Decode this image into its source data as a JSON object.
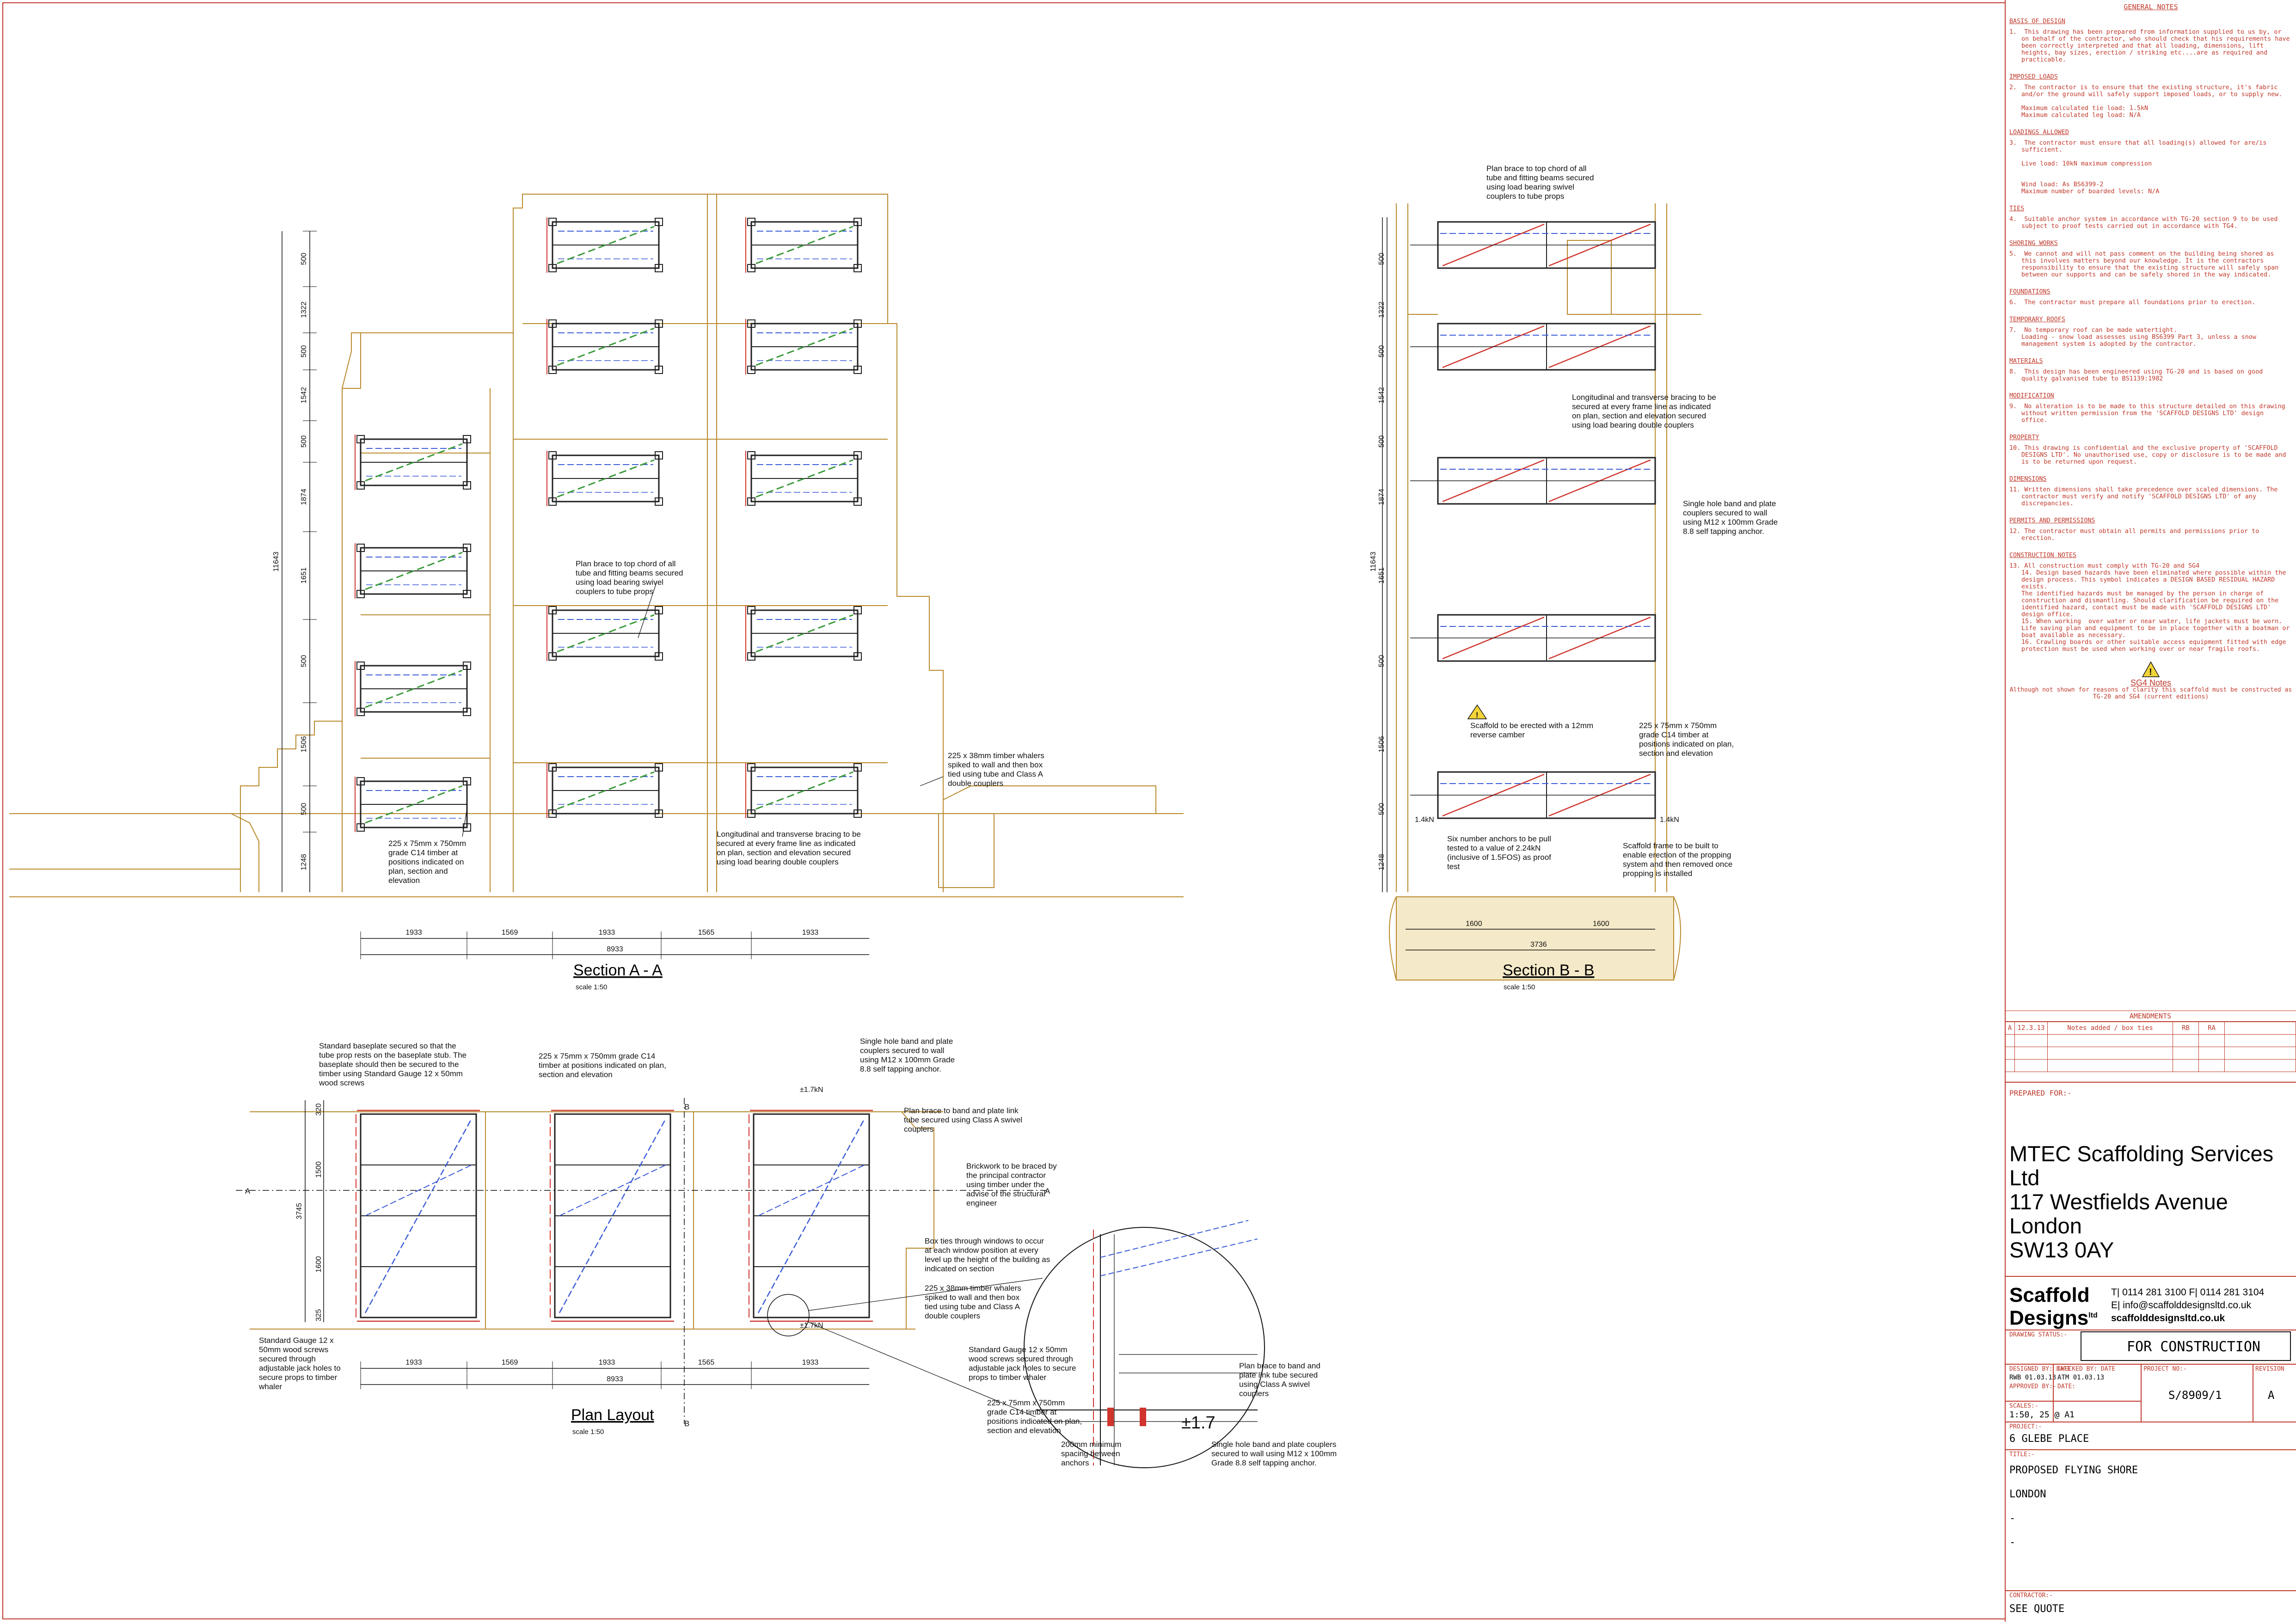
{
  "drawings": {
    "section_a": {
      "title": "Section A - A",
      "scale": "scale 1:50",
      "dims_vertical": [
        "500",
        "1322",
        "500",
        "1542",
        "500",
        "1874",
        "1651",
        "500",
        "1506",
        "500",
        "1248"
      ],
      "overall_height": "11643",
      "dims_horizontal": [
        "1933",
        "1569",
        "1933",
        "1565",
        "1933"
      ],
      "overall_width": "8933",
      "notes": {
        "plan_brace": "Plan brace to top chord of all|tube and fitting beams secured|using load bearing swivel|couplers to tube props",
        "timber": "225 x 75mm x 750mm|grade C14 timber at|positions indicated on|plan, section and|elevation",
        "bracing": "Longitudinal and transverse bracing to be|secured at every frame line as indicated|on plan, section and elevation secured|using load bearing double couplers",
        "whalers": "225 x 38mm timber whalers|spiked to wall and then box|tied using tube and Class A|double couplers"
      }
    },
    "section_b": {
      "title": "Section B - B",
      "scale": "scale 1:50",
      "dims_vertical": [
        "500",
        "1322",
        "500",
        "1542",
        "500",
        "1874",
        "1651",
        "500",
        "1506",
        "500",
        "1248"
      ],
      "overall_height": "11643",
      "dims_horizontal": [
        "1600",
        "1600"
      ],
      "overall_width": "3736",
      "load_left": "1.4kN",
      "load_right": "1.4kN",
      "notes": {
        "plan_brace": "Plan brace to top chord of all|tube and fitting beams secured|using load bearing swivel|couplers to tube props",
        "bracing": "Longitudinal and transverse bracing to be|secured at every frame line as indicated|on plan, section and elevation secured|using load bearing double couplers",
        "anchor": "Single hole band and plate|couplers secured to wall|using M12 x 100mm Grade|8.8 self tapping anchor.",
        "camber": "Scaffold to be erected with a 12mm|reverse camber",
        "timber": "225 x 75mm x 750mm|grade C14 timber at|positions indicated on plan,|section and elevation",
        "anchors_test": "Six number anchors to be pull|tested to a value of 2.24kN|(inclusive of 1.5FOS) as proof|test",
        "frame": "Scaffold frame to be built to|enable erection of the propping|system and then removed once|propping is installed"
      }
    },
    "plan": {
      "title": "Plan Layout",
      "scale": "scale 1:50",
      "dims_vertical": [
        "320",
        "1500",
        "1600",
        "325"
      ],
      "overall_depth": "3745",
      "dims_horizontal": [
        "1933",
        "1569",
        "1933",
        "1565",
        "1933"
      ],
      "overall_width": "8933",
      "load_top": "±1.7kN",
      "load_bottom": "±1.7kN",
      "load_detail": "±1.7",
      "section_marker_a": "A",
      "section_marker_b": "B",
      "notes": {
        "baseplate": "Standard baseplate secured so that the|tube prop rests on the baseplate stub. The|baseplate should then be secured to the|timber using Standard Gauge 12 x 50mm|wood screws",
        "timber": "225 x 75mm x 750mm grade C14|timber at positions indicated on plan,|section and elevation",
        "anchor": "Single hole band and plate|couplers secured to wall|using M12 x 100mm Grade|8.8 self tapping anchor.",
        "link": "Plan brace to band and plate link|tube secured using Class A swivel|couplers",
        "brickwork": "Brickwork to be braced by|the principal contractor|using timber under the|advise of the structural|engineer",
        "boxties": "Box ties through windows to occur|at each window position at every|level up the height of the building as|indicated on section",
        "whalers": "225 x 38mm timber whalers|spiked to wall and then box|tied using tube and Class A|double couplers",
        "screws": "Standard Gauge 12 x|50mm wood screws|secured through|adjustable jack holes to|secure props to timber|whaler"
      }
    },
    "detail": {
      "notes": {
        "screws": "Standard Gauge 12 x 50mm|wood screws secured through|adjustable jack holes to secure|props to timber whaler",
        "timber": "225 x 75mm x 750mm|grade C14 timber at|positions indicated on plan,|section and elevation",
        "spacing": "200mm minimum|spacing between|anchors",
        "brace_link": "Plan brace to band and|plate link tube secured|using Class A swivel|couplers",
        "band_plate": "Single hole band and plate couplers|secured to wall using M12 x 100mm|Grade 8.8 self tapping anchor."
      }
    }
  },
  "title_block": {
    "general_notes_title": "GENERAL NOTES",
    "sections": [
      {
        "head": "BASIS OF DESIGN",
        "items": [
          "1.  This drawing has been prepared from information supplied to us by, or on behalf of the contractor, who should check that his requirements have been correctly interpreted and that all loading, dimensions, lift heights, bay sizes, erection / striking etc....are as required and practicable."
        ]
      },
      {
        "head": "IMPOSED LOADS",
        "items": [
          "2.  The contractor is to ensure that the existing structure, it's fabric and/or the ground will safely support imposed loads, or to supply new.\n\nMaximum calculated tie load: 1.5kN\nMaximum calculated leg load: N/A"
        ]
      },
      {
        "head": "LOADINGS ALLOWED",
        "items": [
          "3.  The contractor must ensure that all loading(s) allowed for are/is sufficient.\n\nLive load: 10kN maximum compression\n\n\nWind load: As BS6399-2\nMaximum number of boarded levels: N/A"
        ]
      },
      {
        "head": "TIES",
        "items": [
          "4.  Suitable anchor system in accordance with TG-20 section 9 to be used subject to proof tests carried out in accordance with TG4."
        ]
      },
      {
        "head": "SHORING WORKS",
        "items": [
          "5.  We cannot and will not pass comment on the building being shored as this involves matters beyond our knowledge. It is the contractors responsibility to ensure that the existing structure will safely span between our supports and can be safely shored in the way indicated."
        ]
      },
      {
        "head": "FOUNDATIONS",
        "items": [
          "6.  The contractor must prepare all foundations prior to erection."
        ]
      },
      {
        "head": "TEMPORARY ROOFS",
        "items": [
          "7.  No temporary roof can be made watertight.\nLoading - snow load assesses using BS6399 Part 3, unless a snow management system is adopted by the contractor."
        ]
      },
      {
        "head": "MATERIALS",
        "items": [
          "8.  This design has been engineered using TG-20 and is based on good quality galvanised tube to BS1139:1982"
        ]
      },
      {
        "head": "MODIFICATION",
        "items": [
          "9.  No alteration is to be made to this structure detailed on this drawing without written permission from the 'SCAFFOLD DESIGNS LTD' design office."
        ]
      },
      {
        "head": "PROPERTY",
        "items": [
          "10. This drawing is confidential and the exclusive property of 'SCAFFOLD DESIGNS LTD'. No unauthorised use, copy or disclosure is to be made and is to be returned upon request."
        ]
      },
      {
        "head": "DIMENSIONS",
        "items": [
          "11. Written dimensions shall take precedence over scaled dimensions. The contractor must verify and notify 'SCAFFOLD DESIGNS LTD' of any discrepancies."
        ]
      },
      {
        "head": "PERMITS AND PERMISSIONS",
        "items": [
          "12. The contractor must obtain all permits and permissions prior to erection."
        ]
      },
      {
        "head": "CONSTRUCTION NOTES",
        "items": [
          "13. All construction must comply with TG-20 and SG4\n14. Design based hazards have been eliminated where possible within the design process. This symbol indicates a DESIGN BASED RESIDUAL HAZARD exists.\nThe identified hazards must be managed by the person in charge of construction and dismantling. Should clarification be required on the identified hazard, contact must be made with 'SCAFFOLD DESIGNS LTD' design office.\n15. When working  over water or near water, life jackets must be worn. Life saving plan and equipment to be in place together with a boatman or boat available as necessary.\n16. Crawling boards or other suitable access equipment fitted with edge protection must be used when working over or near fragile roofs."
        ]
      }
    ],
    "sg4_title": "SG4 Notes",
    "sg4_body": "Although not shown for reasons of clarity this scaffold must be constructed as TG-20 and SG4 (current editions)",
    "amendments_title": "AMENDMENTS",
    "amendment_row": [
      "A",
      "12.3.13",
      "Notes added / box ties",
      "RB",
      "RA",
      ""
    ],
    "prepared_for_label": "PREPARED FOR:-",
    "client_lines": [
      "MTEC Scaffolding Services Ltd",
      "117 Westfields Avenue",
      "London",
      "SW13 0AY"
    ],
    "company": {
      "name_line1": "Scaffold",
      "name_line2": "Designs",
      "suffix": "ltd",
      "phone": "T| 0114 281 3100 F| 0114 281 3104",
      "email": "E| info@scaffolddesignsltd.co.uk",
      "web": "scaffolddesignsltd.co.uk"
    },
    "drawing_status_label": "DRAWING STATUS:-",
    "drawing_status": "FOR CONSTRUCTION",
    "designed_label": "DESIGNED BY: DATE",
    "designed": "RWB   01.03.13",
    "checked_label": "CHECKED BY: DATE",
    "checked": "ATM   01.03.13",
    "approved_label": "APPROVED BY:-",
    "date_label": "DATE:",
    "project_no_label": "PROJECT NO:-",
    "project_no": "S/8909/1",
    "revision_label": "REVISION",
    "revision": "A",
    "scales_label": "SCALES:-",
    "scales": "1:50, 25 @ A1",
    "project_label": "PROJECT:-",
    "project": "6 GLEBE PLACE",
    "title_label": "TITLE:-",
    "title_lines": [
      "PROPOSED FLYING SHORE",
      "LONDON",
      "-",
      "-"
    ],
    "contractor_label": "CONTRACTOR:-",
    "contractor": "SEE QUOTE"
  },
  "colors": {
    "building": "#b8892b",
    "scaffold": "#1f1f1f",
    "brace_green": "#3c9a3c",
    "brace_blue": "#3b5bd6",
    "tube_red": "#d0342c",
    "notes_red": "#c0392b"
  }
}
